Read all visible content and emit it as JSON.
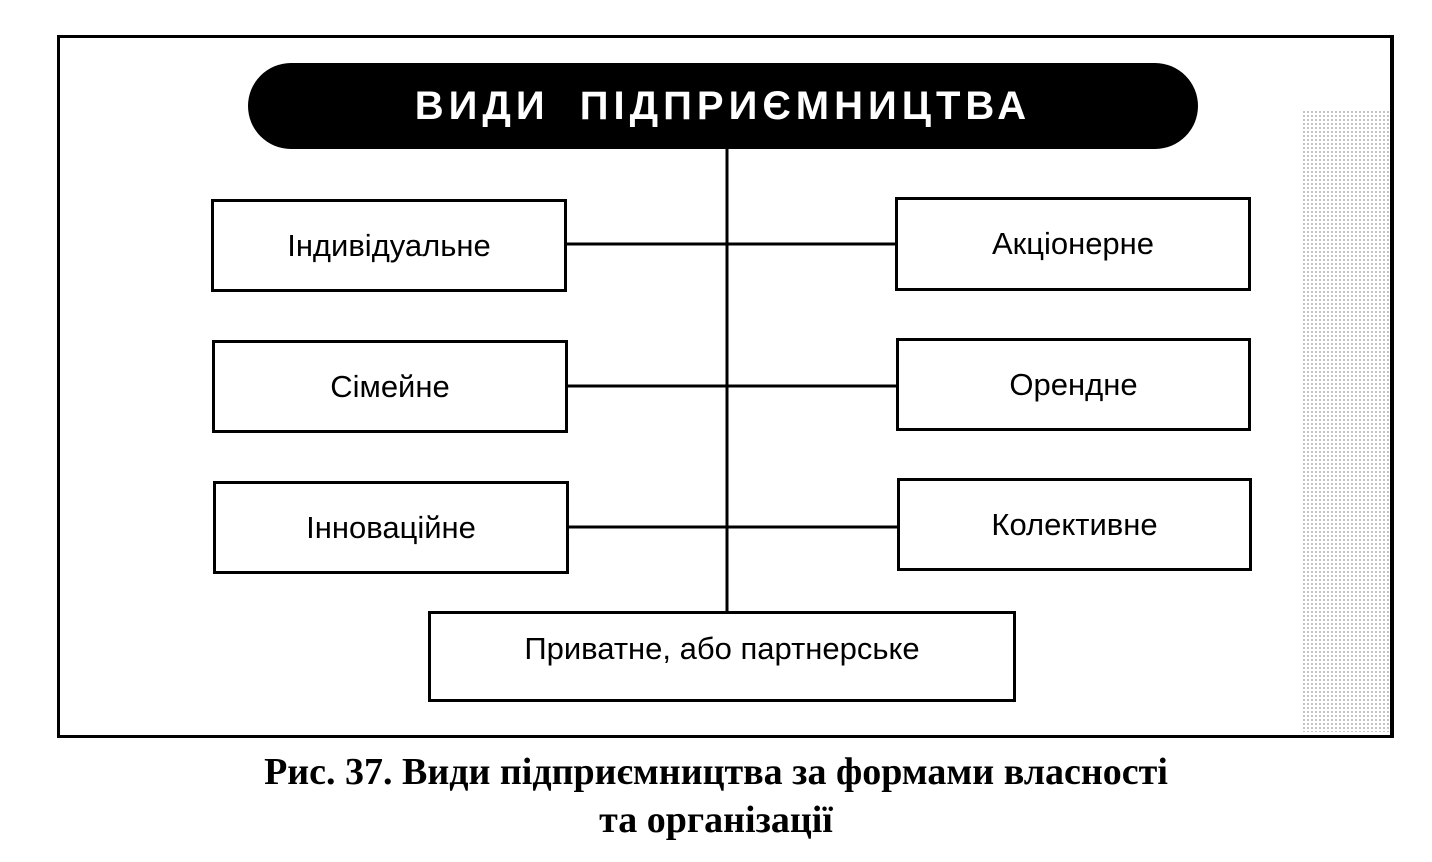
{
  "diagram": {
    "title": "ВИДИ ПІДПРИЄМНИЦТВА",
    "left_column": [
      "Індивідуальне",
      "Сімейне",
      "Інноваційне"
    ],
    "right_column": [
      "Акціонерне",
      "Орендне",
      "Колективне"
    ],
    "bottom": "Приватне, або партнерське"
  },
  "caption": {
    "line1": "Рис. 37. Види підприємництва за формами власності",
    "line2": "та організації"
  }
}
